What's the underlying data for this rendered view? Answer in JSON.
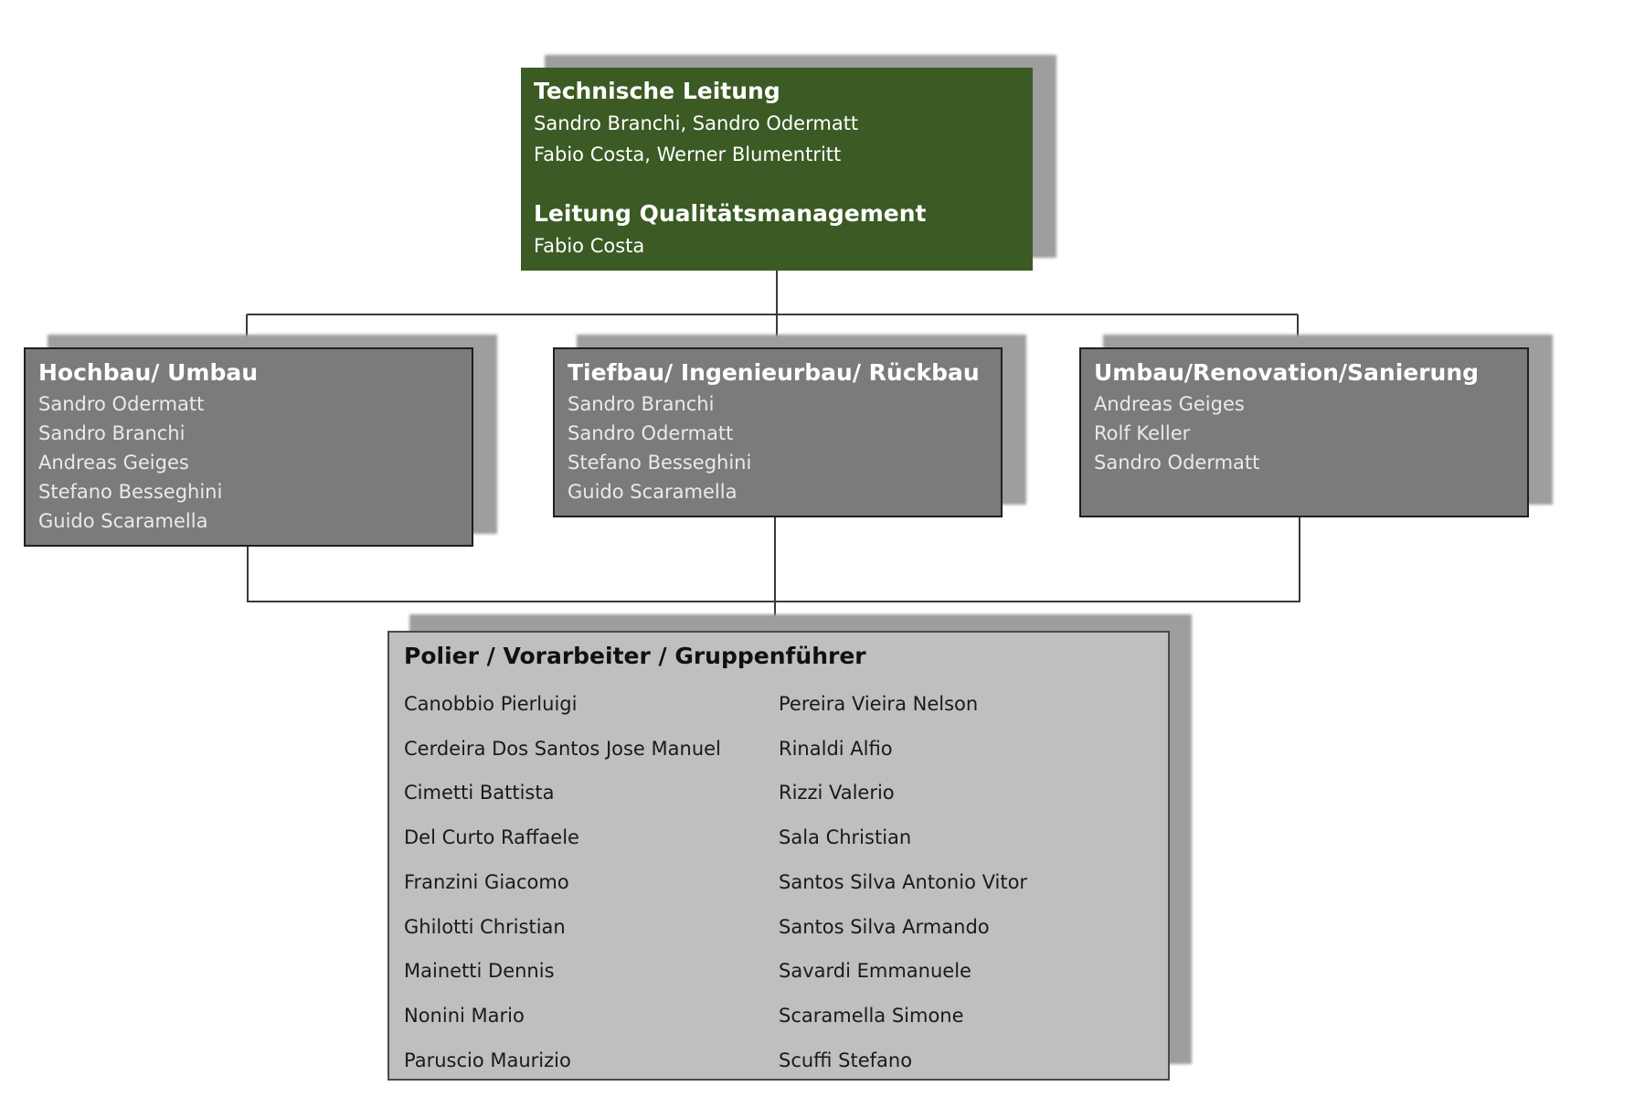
{
  "top": {
    "title": "Technische Leitung",
    "line1": "Sandro Branchi,  Sandro Odermatt",
    "line2": "Fabio Costa,  Werner Blumentritt",
    "qm_title": "Leitung Qualitätsmanagement",
    "qm_name": "Fabio Costa"
  },
  "departments": [
    {
      "title": "Hochbau/ Umbau",
      "members": [
        "Sandro Odermatt",
        "Sandro Branchi",
        "Andreas Geiges",
        "Stefano Besseghini",
        "Guido Scaramella"
      ]
    },
    {
      "title": "Tiefbau/ Ingenieurbau/ Rückbau",
      "members": [
        "Sandro Branchi",
        "Sandro Odermatt",
        "Stefano Besseghini",
        "Guido Scaramella"
      ]
    },
    {
      "title": "Umbau/Renovation/Sanierung",
      "members": [
        "Andreas Geiges",
        "Rolf Keller",
        "Sandro Odermatt"
      ]
    }
  ],
  "polier": {
    "title": "Polier / Vorarbeiter / Gruppenführer",
    "left": [
      "Canobbio Pierluigi",
      "Cerdeira Dos Santos Jose Manuel",
      "Cimetti Battista",
      "Del Curto Raffaele",
      "Franzini Giacomo",
      "Ghilotti Christian",
      "Mainetti Dennis",
      "Nonini Mario",
      "Paruscio Maurizio"
    ],
    "right": [
      "Pereira Vieira Nelson",
      "Rinaldi Alfio",
      "Rizzi Valerio",
      "Sala Christian",
      "Santos Silva Antonio Vitor",
      "Santos Silva Armando",
      "Savardi Emmanuele",
      "Scaramella Simone",
      "Scuffi Stefano"
    ]
  },
  "colors": {
    "top_fill": "#3b5a24",
    "dept_fill": "#7b7b7b",
    "polier_fill": "#bfbfbf",
    "shadow": "#9e9e9e",
    "connector": "#3a3a3a"
  }
}
